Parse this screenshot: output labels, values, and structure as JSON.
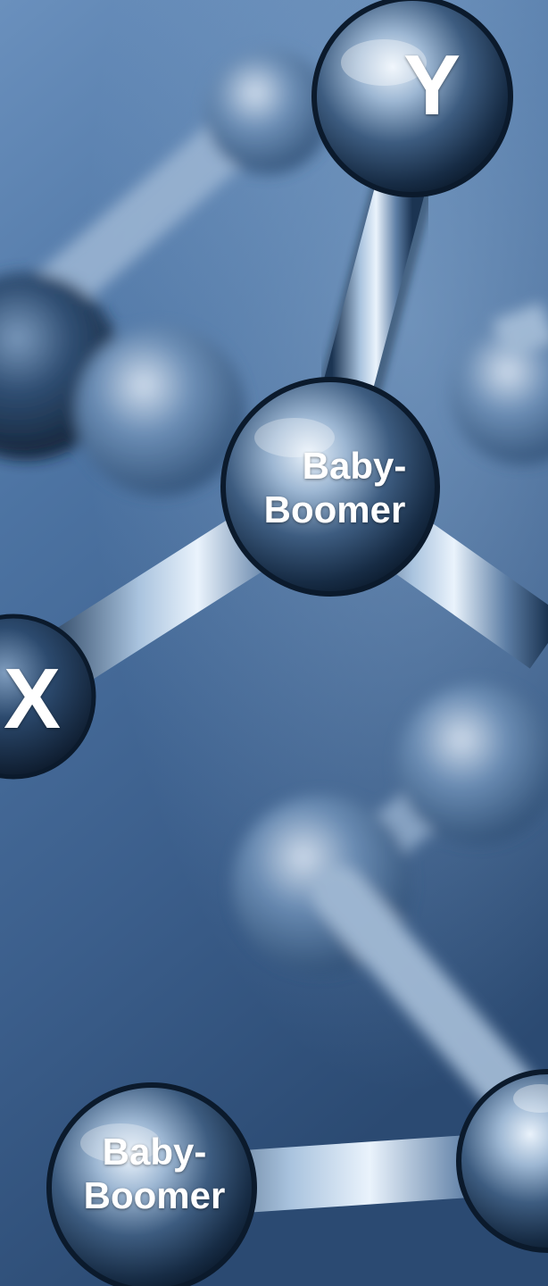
{
  "scene": {
    "background_colors": [
      "#5e86b5",
      "#3f6390",
      "#24405f"
    ],
    "node_labels": {
      "top": "Y",
      "center_line1": "Baby-",
      "center_line2": "Boomer",
      "left": "X",
      "bottom_line1": "Baby-",
      "bottom_line2": "Boomer"
    }
  }
}
